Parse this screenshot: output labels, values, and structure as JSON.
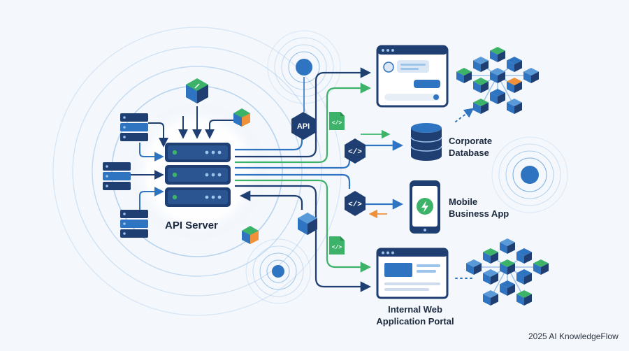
{
  "colors": {
    "background": "#f4f7fb",
    "navy": "#1f3f73",
    "blue": "#2f74c0",
    "green": "#3db36a",
    "orange": "#f0913a",
    "ring": "#9cc3ea",
    "text": "#1b2a3f"
  },
  "server": {
    "label": "API Server"
  },
  "gateway": {
    "api_badge": "API"
  },
  "code_icon": "</>",
  "targets": {
    "database": {
      "line1": "Corporate",
      "line2": "Database"
    },
    "mobile_app": {
      "line1": "Mobile",
      "line2": "Business App"
    },
    "web_portal": {
      "line1": "Internal Web",
      "line2": "Application Portal"
    }
  },
  "footer": {
    "text": "2025 AI KnowledgeFlow"
  },
  "icons": [
    "server-rack-icon",
    "small-server-icon",
    "cube-icon",
    "api-hexagon-icon",
    "code-hexagon-icon",
    "code-file-icon",
    "chat-window-icon",
    "database-icon",
    "smartphone-icon",
    "lightning-icon",
    "web-browser-icon",
    "cube-network-icon",
    "signal-ring-icon"
  ]
}
